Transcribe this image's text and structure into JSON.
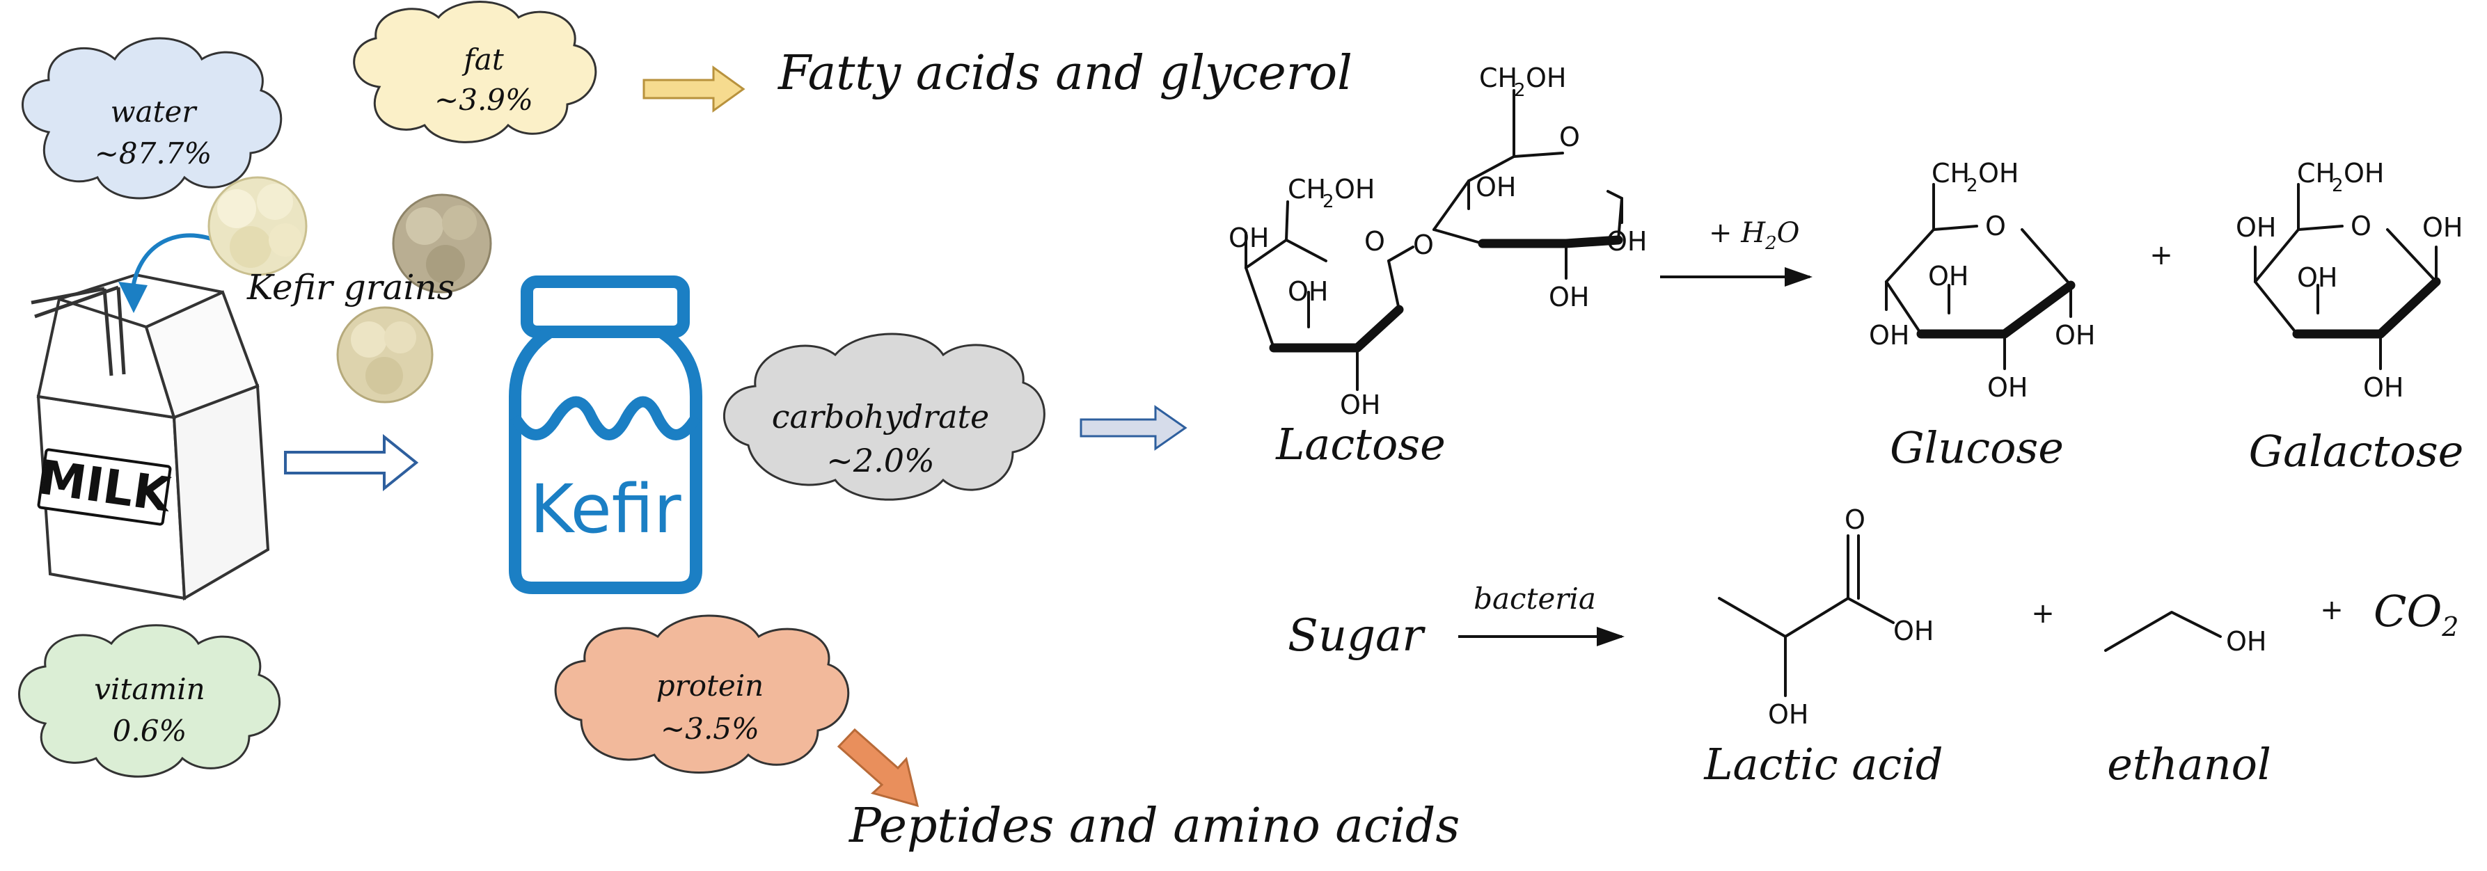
{
  "colors": {
    "water": "#dbe6f5",
    "fat": "#fbf0c8",
    "carbohydrate": "#d9d9d9",
    "vitamin": "#dbeed5",
    "protein": "#f2b99b",
    "kefir_blue": "#1b7fc4",
    "fat_arrow": "#f6db8f",
    "protein_arrow": "#e98f5c",
    "outline_arrow": "#2e5f9e",
    "grains": "#e8e2c0"
  },
  "clouds": {
    "water": {
      "name": "water",
      "value": "~87.7%"
    },
    "fat": {
      "name": "fat",
      "value": "~3.9%"
    },
    "carbohydrate": {
      "name": "carbohydrate",
      "value": "~2.0%"
    },
    "vitamin": {
      "name": "vitamin",
      "value": "0.6%"
    },
    "protein": {
      "name": "protein",
      "value": "~3.5%"
    }
  },
  "labels": {
    "kefir_grains": "Kefir grains",
    "milk": "MILK",
    "kefir": "Kefir",
    "fat_products": "Fatty acids and glycerol",
    "protein_products": "Peptides and amino acids"
  },
  "reaction1": {
    "reactant": "Lactose",
    "reagent": "+ H",
    "reagent_sub": "2",
    "reagent_tail": "O",
    "product1": "Glucose",
    "plus": "+",
    "product2": "Galactose"
  },
  "reaction2": {
    "reactant": "Sugar",
    "reagent": "bacteria",
    "product1": "Lactic acid",
    "plus1": "+",
    "product2": "ethanol",
    "plus2": "+",
    "co2": "CO",
    "co2_sub": "2"
  },
  "atoms": {
    "oh": "OH",
    "o": "O",
    "ch2": "CH",
    "two": "2",
    "ch2oh_tail": "OH"
  }
}
